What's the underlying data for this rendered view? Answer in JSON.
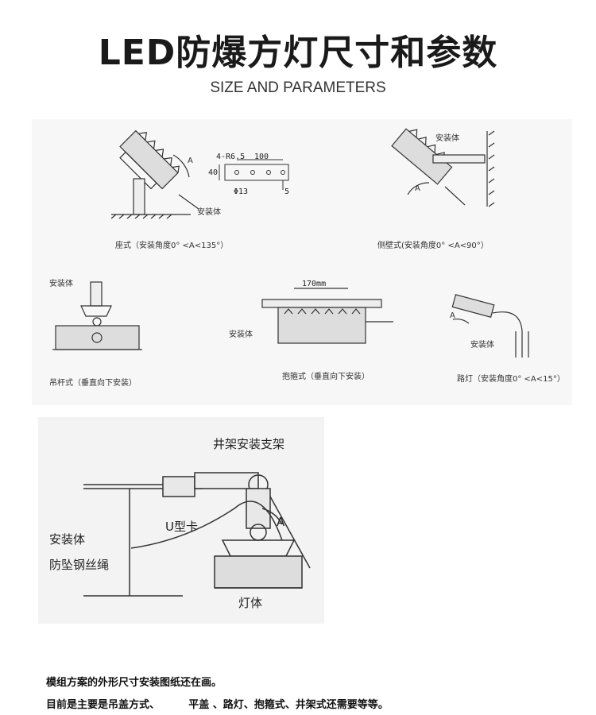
{
  "title": "LED防爆方灯尺寸和参数",
  "subtitle": "SIZE AND PARAMETERS",
  "mounts": {
    "seat": {
      "caption": "座式（安装角度0° <A<135°）",
      "body_label": "安装体",
      "angle_label": "A",
      "bracket_dims": {
        "holes": "4-R6.5",
        "length": "100",
        "height": "40",
        "dia": "Φ13",
        "offset": "5"
      }
    },
    "wall": {
      "caption": "侧壁式(安装角度0° <A<90°）",
      "body_label": "安装体",
      "angle_label": "A"
    },
    "pole": {
      "caption": "吊杆式（垂直向下安装）",
      "body_label": "安装体"
    },
    "hoop": {
      "caption": "抱箍式（垂直向下安装）",
      "body_label": "安装体",
      "dim": "170mm"
    },
    "street": {
      "caption": "路灯（安装角度0° <A<15°）",
      "body_label": "安装体",
      "angle_label": "A"
    }
  },
  "derrick": {
    "label_bracket": "井架安装支架",
    "label_body": "安装体",
    "label_ucard": "U型卡",
    "label_wire": "防坠钢丝绳",
    "label_lamp": "灯体",
    "angle_label": "A"
  },
  "notes": [
    "模组方案的外形尺寸安装图纸还在画。",
    "目前是主要是吊盖方式、        平盖 、路灯、抱箍式、井架式还需要等等。"
  ]
}
